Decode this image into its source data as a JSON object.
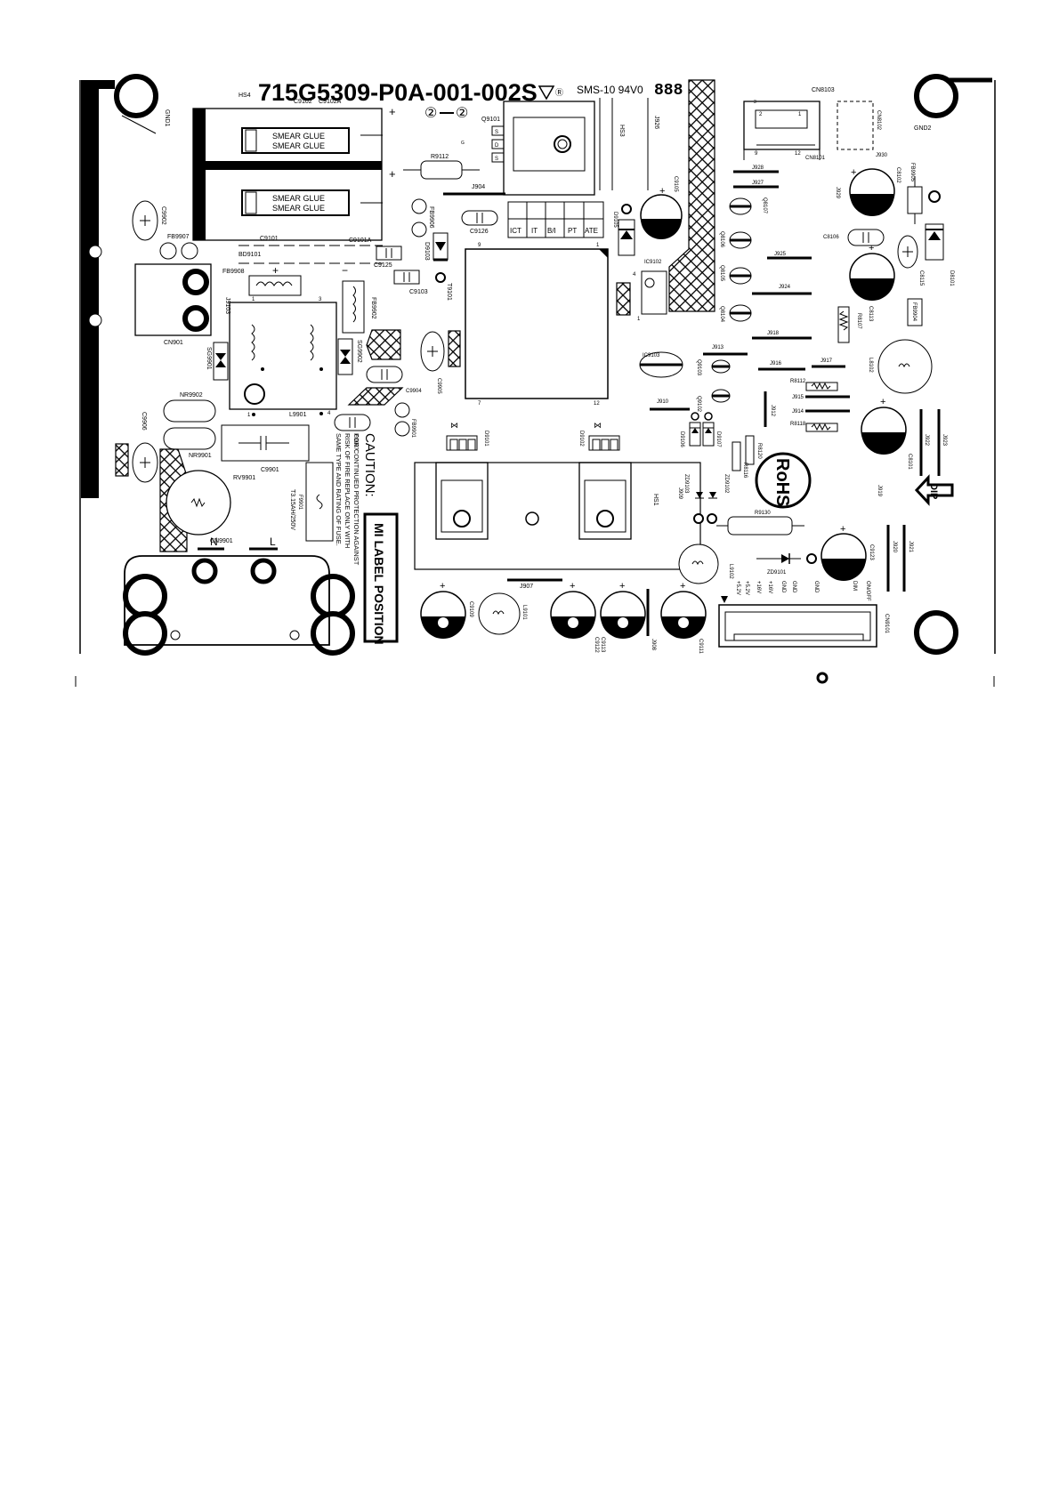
{
  "board": {
    "part_number": "715G5309-P0A-001-002S",
    "revision_marks": [
      "②",
      "②"
    ],
    "material": "SMS-10 94V0",
    "counter": "888",
    "certification": "RoHS",
    "dip_arrow": "DIP",
    "caution_title": "CAUTION:",
    "caution_lines": [
      "FOR CONTINUED PROTECTION AGAINST",
      "RISK OF FIRE REPLACE ONLY WITH",
      "SAME TYPE AND RATING OF FUSE."
    ],
    "fuse_rating": "T3.15AH/250V",
    "label_position": "MI LABEL POSITION",
    "smear_glue": [
      "SMEAR GLUE",
      "SMEAR GLUE",
      "SMEAR GLUE",
      "SMEAR GLUE"
    ],
    "test_points": [
      "ICT",
      "IT",
      "B/I",
      "PT",
      "ATE"
    ],
    "ac_input": [
      "N",
      "L"
    ],
    "output_pins": [
      "+5.2V",
      "+5.2V",
      "+16V",
      "+16V",
      "GND",
      "GND",
      "GND"
    ],
    "output_control": [
      "DIM",
      "ON/OFF"
    ],
    "pin_numbers": [
      "9",
      "1",
      "7",
      "12",
      "1",
      "4",
      "2",
      "1",
      "3",
      "2",
      "1",
      "9",
      "12",
      "1",
      "3"
    ],
    "components": {
      "hs4": "HS4",
      "c9102": "C9102",
      "c9102a": "C9102A",
      "gnd1": "GND1",
      "gnd2": "GND2",
      "q9101": "Q9101",
      "hs3": "HS3",
      "j926": "J926",
      "cn8103": "CN8103",
      "cn8102": "CN8102",
      "cn8101": "CN8101",
      "r9112": "R9112",
      "j904": "J904",
      "c9126": "C9126",
      "fb9906": "FB9906",
      "d9103": "D9103",
      "t9101": "T9101",
      "c9105": "C9105",
      "d9105": "D9105",
      "ic9102": "IC9102",
      "j928": "J928",
      "j927": "J927",
      "j930": "J930",
      "j929": "J929",
      "c8102": "C8102",
      "fb9905": "FB9905",
      "q8107": "Q8107",
      "q8106": "Q8106",
      "q8105": "Q8105",
      "q8104": "Q8104",
      "j925": "J925",
      "j924": "J924",
      "c8106": "C8106",
      "c8115": "C8115",
      "d8101": "D8101",
      "c8113": "C8113",
      "fb9904": "FB9904",
      "r8107": "R8107",
      "j918": "J918",
      "c9902": "C9902",
      "fb9907": "FB9907",
      "bd9101": "BD9101",
      "c9101": "C9101",
      "c9101a": "C9101A",
      "c9125": "C9125",
      "c9103": "C9103",
      "fb9908": "FB9908",
      "j9103": "J9103",
      "cn901": "CN901",
      "fb9902": "FB9902",
      "sg9901": "SG9901",
      "sg9902": "SG9902",
      "c9904": "C9904",
      "c9905": "C9905",
      "fb9901": "FB9901",
      "l9901": "L9901",
      "nr9902": "NR9902",
      "nr9901": "NR9901",
      "c9906": "C9906",
      "rv9901": "RV9901",
      "c9901": "C9901",
      "f9901": "F9901",
      "c9907": "C9907",
      "cn9901": "CN9901",
      "ic9103": "IC9103",
      "q9103": "Q9103",
      "j913": "J913",
      "j916": "J916",
      "j917": "J917",
      "l8102": "L8102",
      "r8112": "R8112",
      "j915": "J915",
      "j914": "J914",
      "r8118": "R8118",
      "j912": "J912",
      "j910": "J910",
      "q9102": "Q9102",
      "d9106": "D9106",
      "d9107": "D9107",
      "r8120": "R8120",
      "r8116": "R8116",
      "c8101": "C8101",
      "j922": "J922",
      "j923": "J923",
      "d9101": "D9101",
      "d9102": "D9102",
      "hs1": "HS1",
      "zd9103": "ZD9103",
      "zd9102": "ZD9102",
      "j909": "J909",
      "j919": "J919",
      "r9130": "R9130",
      "zd9101": "ZD9101",
      "c9123": "C9123",
      "j920": "J920",
      "j921": "J921",
      "j907": "J907",
      "c9109": "C9109",
      "l9101": "L9101",
      "c9113": "C9113",
      "c9122": "C9122",
      "j908": "J908",
      "c9111": "C9111",
      "l9102": "L9102",
      "cn9101": "CN9101"
    }
  }
}
